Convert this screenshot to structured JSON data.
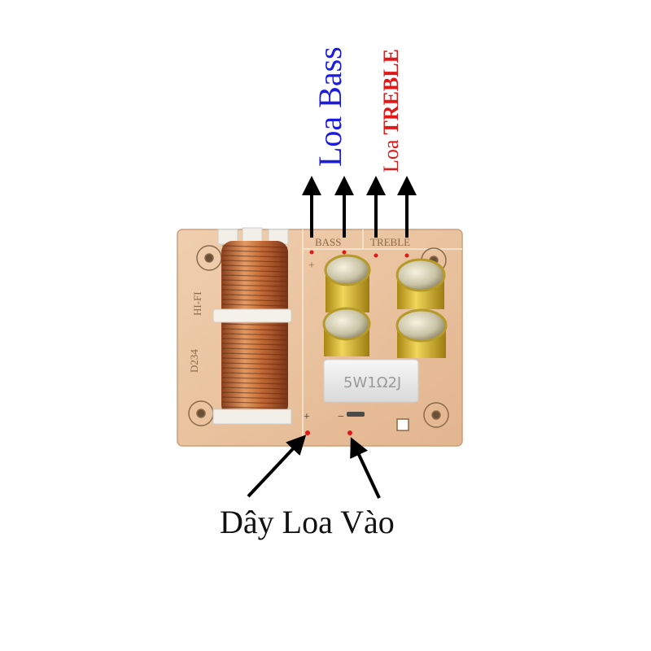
{
  "labels": {
    "bass_output": "Loa Bass",
    "treble_prefix": "Loa",
    "treble_word": "TREBLE",
    "input": "Dây Loa Vào"
  },
  "board": {
    "silk_bass": "BASS",
    "silk_treble": "TREBLE",
    "silk_model": "HI-FI",
    "silk_code": "D234",
    "resistor": "5W1Ω2J",
    "plus": "+",
    "minus": "−"
  },
  "colors": {
    "bass_label": "#1c1ce0",
    "treble_label": "#e01818",
    "pcb": "#e9c29f",
    "copper": "#c7733e",
    "capacitor": "#d8b62a"
  }
}
